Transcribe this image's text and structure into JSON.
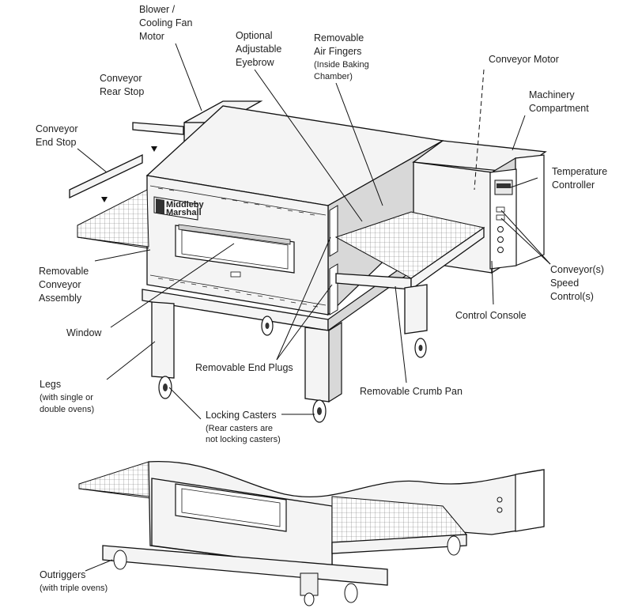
{
  "labels": {
    "blower": [
      "Blower /",
      "Cooling Fan",
      "Motor"
    ],
    "eyebrow": [
      "Optional",
      "Adjustable",
      "Eyebrow"
    ],
    "air_fingers": [
      "Removable",
      "Air Fingers"
    ],
    "air_fingers_note": [
      "(Inside Baking",
      "Chamber)"
    ],
    "conveyor_motor": "Conveyor Motor",
    "machinery": [
      "Machinery",
      "Compartment"
    ],
    "conveyor_rear_stop": [
      "Conveyor",
      "Rear Stop"
    ],
    "conveyor_end_stop": [
      "Conveyor",
      "End Stop"
    ],
    "temperature_controller": [
      "Temperature",
      "Controller"
    ],
    "removable_conveyor": [
      "Removable",
      "Conveyor",
      "Assembly"
    ],
    "conveyor_speed": [
      "Conveyor(s)",
      "Speed",
      "Control(s)"
    ],
    "control_console": "Control Console",
    "window": "Window",
    "end_plugs": "Removable End Plugs",
    "legs": "Legs",
    "legs_note": [
      "(with single or",
      "double ovens)"
    ],
    "crumb_pan": "Removable Crumb Pan",
    "casters": "Locking Casters",
    "casters_note": [
      "(Rear casters are",
      "not locking casters)"
    ],
    "outriggers": "Outriggers",
    "outriggers_note": "(with triple ovens)"
  },
  "brand_logo": [
    "Middleby",
    "Marshall"
  ]
}
